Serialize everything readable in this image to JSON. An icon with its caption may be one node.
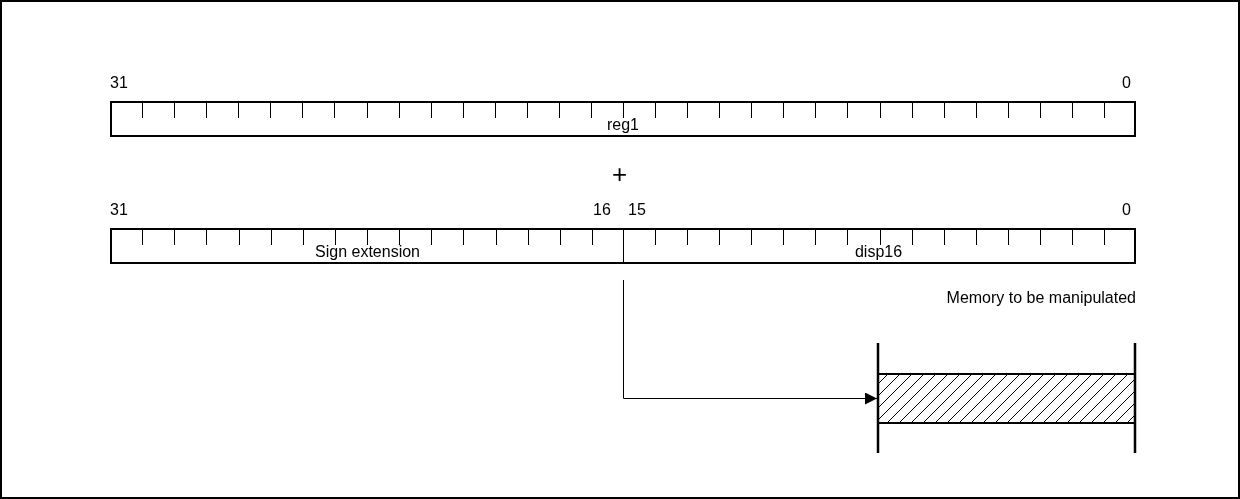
{
  "diagram": {
    "nodes": [
      {
        "text": [
          "reg1"
        ]
      },
      {
        "text": [
          "Sign extension"
        ]
      },
      {
        "text": [
          "disp16"
        ]
      },
      {
        "text": [
          "Memory to be manipulated"
        ]
      }
    ],
    "edges": [
      {
        "from": null,
        "to": 3,
        "arrow": "to"
      }
    ],
    "labels": [
      "31",
      "0",
      "+",
      "31",
      "16",
      "15",
      "0"
    ]
  }
}
